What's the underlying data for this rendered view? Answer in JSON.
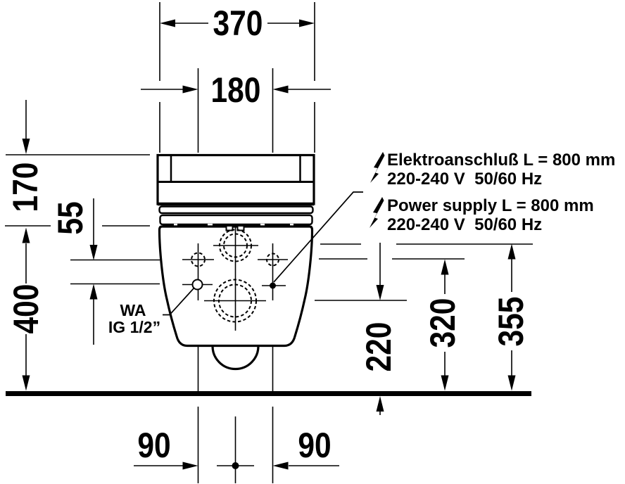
{
  "drawing": {
    "type": "technical-installation-drawing",
    "subject": "wall-hung toilet, rear view with connection dimensions",
    "units": "mm",
    "colors": {
      "line": "#000000",
      "background": "#ffffff"
    }
  },
  "dimensions": {
    "outer_width": "370",
    "fixing_hole_spacing": "180",
    "cover_height": "170",
    "connection_offset": "55",
    "rim_height": "400",
    "drain_center_height": "220",
    "fixing_hole_height": "320",
    "flush_connection_height": "355",
    "left_center_offset": "90",
    "right_center_offset": "90"
  },
  "notes": {
    "electrical_de_line1": "Elektroanschluß L = 800 mm",
    "electrical_de_line2": "220-240 V  50/60 Hz",
    "electrical_en_line1": "Power supply L = 800 mm",
    "electrical_en_line2": "220-240 V  50/60 Hz",
    "water_line1": "WA",
    "water_line2": "IG 1/2”"
  },
  "icons": {
    "lightning_de": "lightning-bolt-icon",
    "lightning_en": "lightning-bolt-icon"
  }
}
